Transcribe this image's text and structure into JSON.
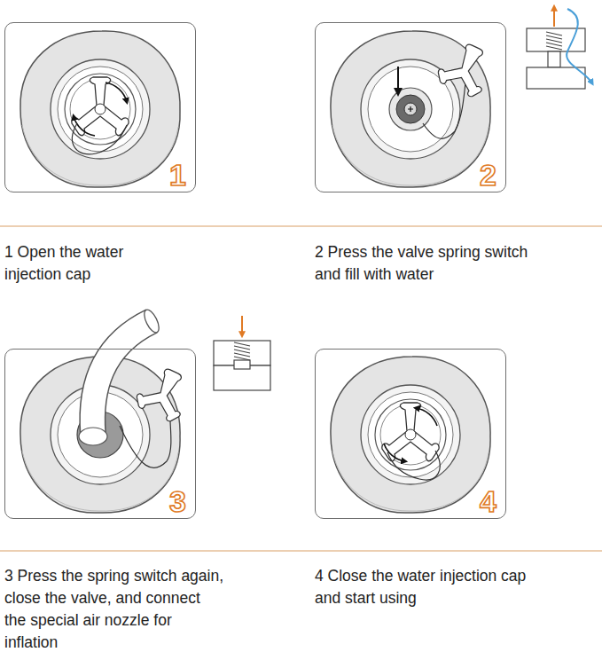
{
  "diagram": {
    "nodes": [
      {
        "text": [
          "1"
        ]
      },
      {
        "text": [
          "2"
        ]
      },
      {
        "text": [
          "3"
        ]
      },
      {
        "text": [
          "4"
        ]
      }
    ],
    "labels": [
      "1 Open the water injection cap",
      "2 Press the valve spring switch and fill with water",
      "3 Press the spring switch again, close the valve, and connect the special air nozzle for inflation",
      "4 Close the water injection cap and start using"
    ]
  }
}
